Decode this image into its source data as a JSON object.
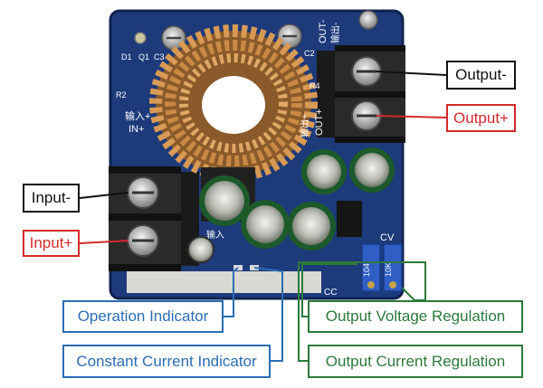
{
  "labels": {
    "output_minus": "Output-",
    "output_plus": "Output+",
    "input_minus": "Input-",
    "input_plus": "Input+",
    "operation_indicator": "Operation Indicator",
    "constant_current_indicator": "Constant Current Indicator",
    "output_voltage_regulation": "Output Voltage Regulation",
    "output_current_regulation": "Output Current Regulation"
  },
  "silkscreen": {
    "out_minus": "OUT-",
    "out_plus": "OUT+",
    "out_cn": "输出-",
    "out_plus_cn": "输出+",
    "in_plus": "IN+",
    "in_plus_cn": "输入+",
    "in_cn": "输入",
    "d1": "D1",
    "q1": "Q1",
    "r2": "R2",
    "c2": "C2",
    "r4": "R4",
    "c3": "C3",
    "cv": "CV",
    "cc": "CC",
    "pot1": "104",
    "pot2": "10K"
  },
  "colors": {
    "pcb": "#1d3a7a",
    "coil": "#c98a45",
    "terminal": "#2a2a2a",
    "black_callout": "#111111",
    "red_callout": "#d42a2a",
    "blue_callout": "#2a6db4",
    "green_callout": "#2c7a3c"
  }
}
